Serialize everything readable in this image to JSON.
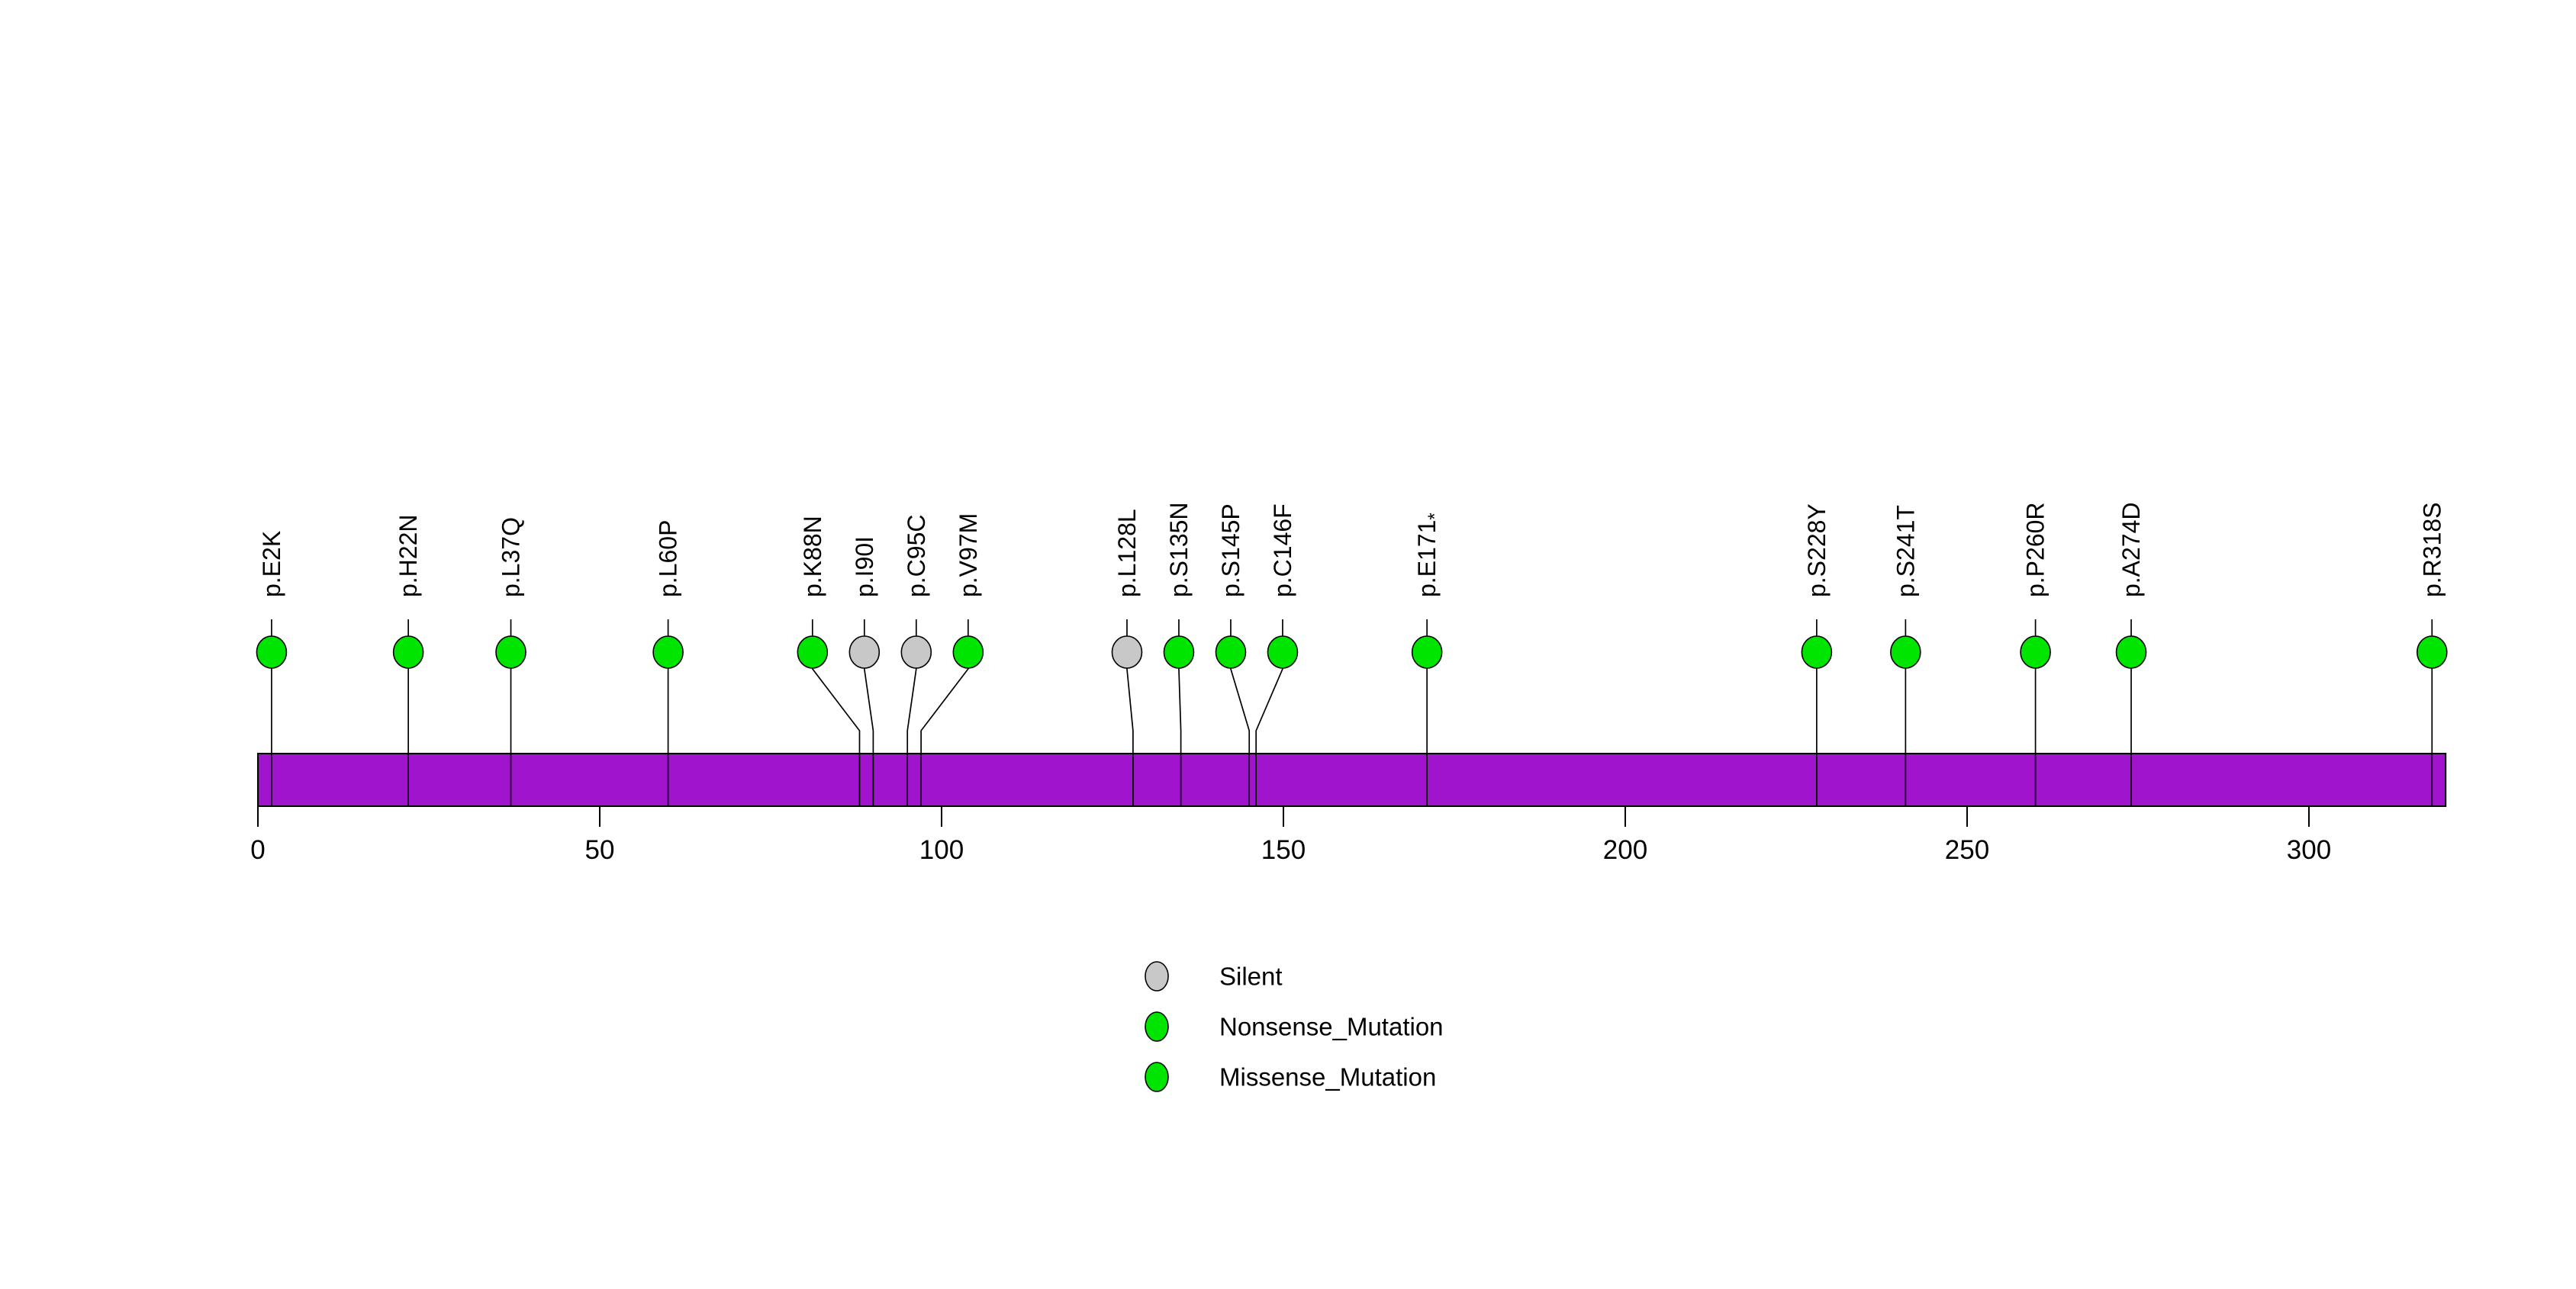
{
  "chart_data": {
    "type": "lollipop",
    "title": "",
    "protein_length": 320,
    "xlim": [
      0,
      320
    ],
    "xticks": [
      0,
      50,
      100,
      150,
      200,
      250,
      300
    ],
    "mutations": [
      {
        "label": "p.E2K",
        "position": 2,
        "type": "Missense_Mutation"
      },
      {
        "label": "p.H22N",
        "position": 22,
        "type": "Missense_Mutation"
      },
      {
        "label": "p.L37Q",
        "position": 37,
        "type": "Missense_Mutation"
      },
      {
        "label": "p.L60P",
        "position": 60,
        "type": "Missense_Mutation"
      },
      {
        "label": "p.K88N",
        "position": 88,
        "type": "Missense_Mutation"
      },
      {
        "label": "p.I90I",
        "position": 90,
        "type": "Silent"
      },
      {
        "label": "p.C95C",
        "position": 95,
        "type": "Silent"
      },
      {
        "label": "p.V97M",
        "position": 97,
        "type": "Missense_Mutation"
      },
      {
        "label": "p.L128L",
        "position": 128,
        "type": "Silent"
      },
      {
        "label": "p.S135N",
        "position": 135,
        "type": "Missense_Mutation"
      },
      {
        "label": "p.S145P",
        "position": 145,
        "type": "Missense_Mutation"
      },
      {
        "label": "p.C146F",
        "position": 146,
        "type": "Missense_Mutation"
      },
      {
        "label": "p.E171",
        "star": "*",
        "position": 171,
        "type": "Nonsense_Mutation"
      },
      {
        "label": "p.S228Y",
        "position": 228,
        "type": "Missense_Mutation"
      },
      {
        "label": "p.S241T",
        "position": 241,
        "type": "Missense_Mutation"
      },
      {
        "label": "p.P260R",
        "position": 260,
        "type": "Missense_Mutation"
      },
      {
        "label": "p.A274D",
        "position": 274,
        "type": "Missense_Mutation"
      },
      {
        "label": "p.R318S",
        "position": 318,
        "type": "Missense_Mutation"
      }
    ],
    "legend": [
      {
        "label": "Silent",
        "type": "Silent"
      },
      {
        "label": "Nonsense_Mutation",
        "type": "Nonsense_Mutation"
      },
      {
        "label": "Missense_Mutation",
        "type": "Missense_Mutation"
      }
    ],
    "colors": {
      "Silent": "#C8C8C8",
      "Nonsense_Mutation": "#00E500",
      "Missense_Mutation": "#00E500",
      "domain_bar": "#A014CE",
      "stem": "#000000",
      "outline": "#000000"
    }
  }
}
